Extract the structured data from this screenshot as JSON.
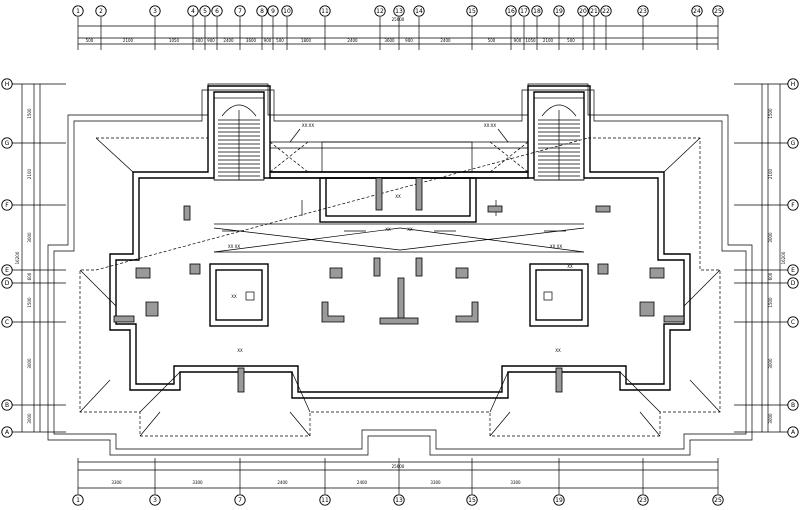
{
  "top_axes": [
    "1",
    "2",
    "3",
    "4",
    "5",
    "6",
    "7",
    "8",
    "9",
    "10",
    "11",
    "12",
    "13",
    "14",
    "15",
    "16",
    "17",
    "18",
    "19",
    "20",
    "21",
    "22",
    "23",
    "24",
    "25"
  ],
  "bottom_axes": [
    "1",
    "3",
    "7",
    "11",
    "13",
    "15",
    "19",
    "23",
    "25"
  ],
  "side_axes": [
    "H",
    "G",
    "F",
    "E",
    "D",
    "C",
    "B",
    "A"
  ],
  "top_dims": [
    "500",
    "2100",
    "1050",
    "300",
    "900",
    "2400",
    "3600",
    "900",
    "500",
    "1800",
    "2400",
    "3600",
    "900",
    "2400",
    "500",
    "900",
    "1050",
    "2100",
    "500"
  ],
  "top_total": "25600",
  "bottom_dims": [
    "3300",
    "3300",
    "2400",
    "2400",
    "3300",
    "3300"
  ],
  "bottom_total": "25600",
  "side_dims": [
    "1500",
    "2100",
    "3000",
    "600",
    "1500",
    "3000",
    "3000",
    "600"
  ],
  "side_total": "16200",
  "room_labels": [
    "XX",
    "XX",
    "XX",
    "XX",
    "XX"
  ],
  "fire_labels": [
    "XX:XX",
    "XX:XX"
  ],
  "equip_labels": [
    "XX XX",
    "XX",
    "XX XX",
    "XX"
  ]
}
